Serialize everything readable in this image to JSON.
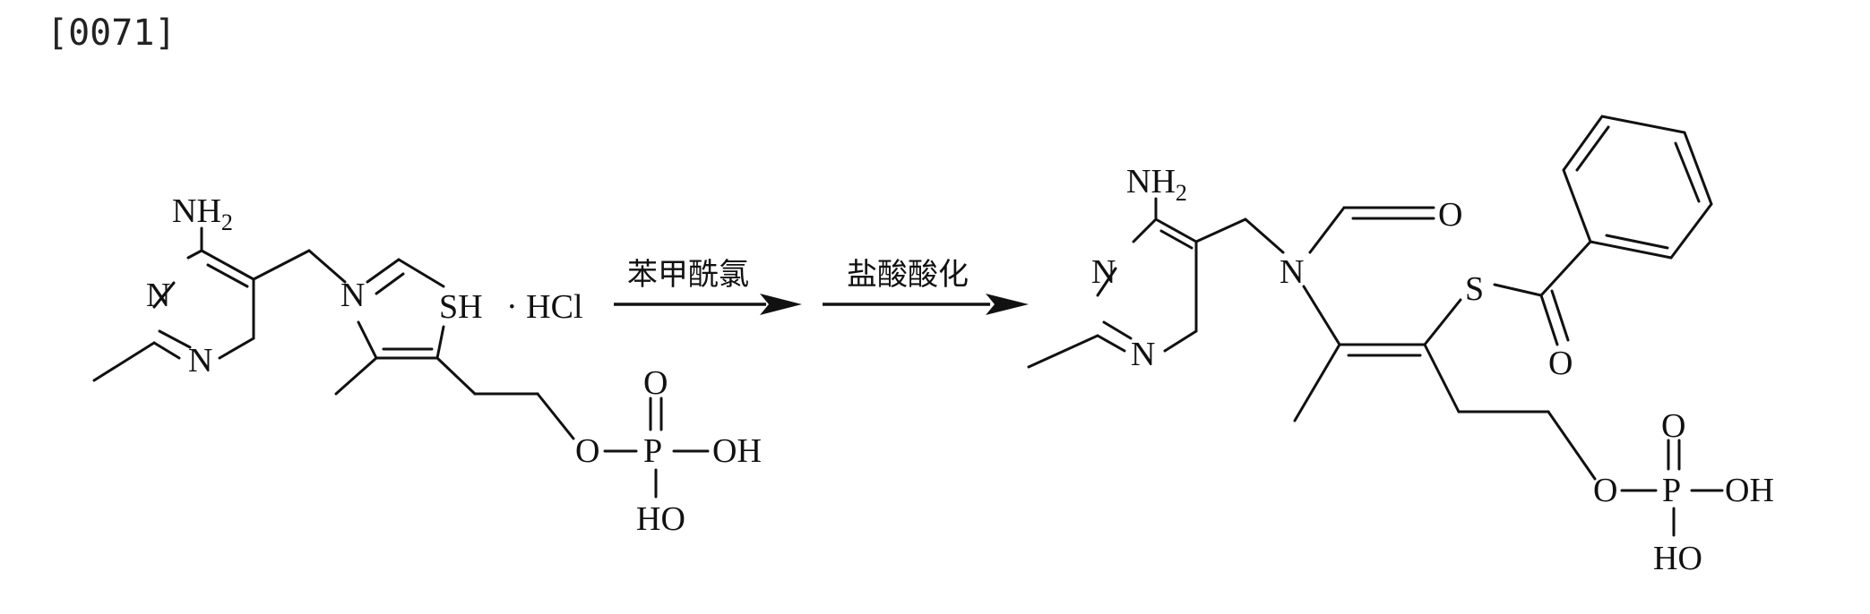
{
  "paragraph_number": "[0071]",
  "reactant": {
    "amine": "NH",
    "amine_subscript": "2",
    "ring_n1": "N",
    "ring_n2": "N",
    "ring_n3": "N",
    "thiol": "SH",
    "salt": "· HCl",
    "phosphate": {
      "o_top": "O",
      "p": "P",
      "o_link": "O",
      "oh": "OH",
      "ho": "HO"
    }
  },
  "arrows": {
    "step1_reagent": "苯甲酰氯",
    "step2_reagent": "盐酸酸化"
  },
  "product": {
    "amine": "NH",
    "amine_subscript": "2",
    "ring_n1": "N",
    "ring_n2": "N",
    "amide_n": "N",
    "aldehyde_o": "O",
    "thioester_s": "S",
    "carbonyl_o": "O",
    "phosphate": {
      "o_top": "O",
      "p": "P",
      "o_link": "O",
      "oh": "OH",
      "ho": "HO"
    }
  }
}
